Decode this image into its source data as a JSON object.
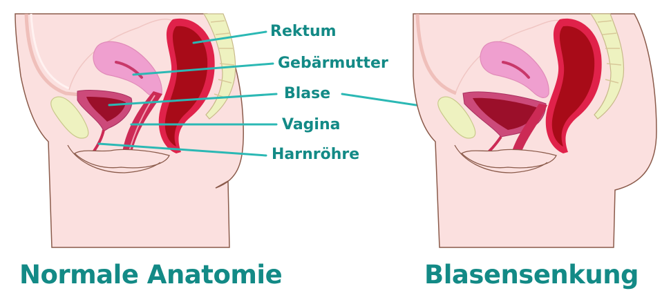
{
  "labels": {
    "rektum": "Rektum",
    "gebaermutter": "Gebärmutter",
    "blase": "Blase",
    "vagina": "Vagina",
    "harnroehre": "Harnröhre"
  },
  "captions": {
    "left": "Normale Anatomie",
    "right": "Blasensenkung"
  },
  "colors": {
    "label_text": "#138a86",
    "leader_line": "#2bb8b4",
    "skin": "#fbe0df",
    "outline": "#8a5a4a",
    "uterus": "#ef9fcf",
    "bladder_wall": "#cc4a7a",
    "bladder_inner": "#9b0f2a",
    "rectum_wall": "#e0224a",
    "rectum_inner": "#a80b18",
    "bone": "#eef2c0"
  }
}
